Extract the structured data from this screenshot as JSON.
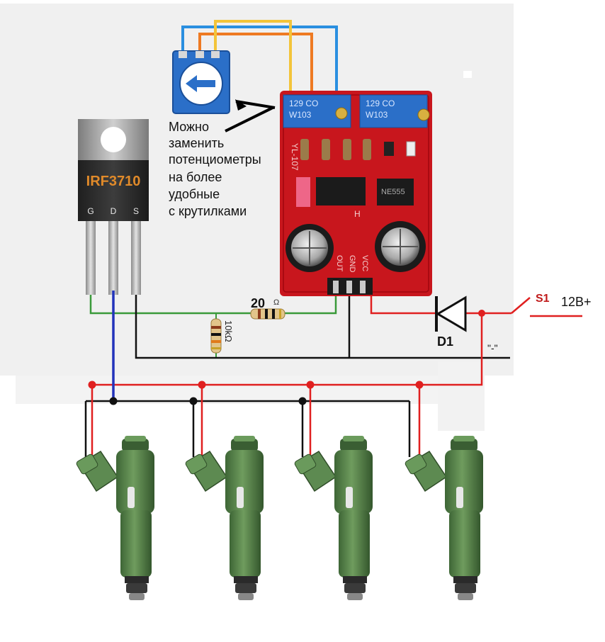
{
  "transistor": {
    "label": "IRF3710",
    "pin_labels": [
      "G",
      "D",
      "S"
    ]
  },
  "note": {
    "lines": [
      "Можно",
      "заменить",
      "потенциометры",
      "на более",
      "удобные",
      "с крутилками"
    ]
  },
  "board": {
    "trimmer_text": [
      "129 CO",
      "W103"
    ],
    "trimmer_text_2": [
      "129 CO",
      "W103"
    ],
    "board_label": "YL-107",
    "chip_label": "NE555",
    "jumper_label": "H",
    "pin_labels": [
      "OUT",
      "GND",
      "VCC"
    ]
  },
  "resistor_20": {
    "value": "20",
    "unit": "Ω"
  },
  "resistor_10k": {
    "value": "10kΩ"
  },
  "diode": {
    "label": "D1"
  },
  "switch": {
    "label": "S1"
  },
  "supply": {
    "positive": "12В+",
    "negative": "\"-\""
  },
  "injectors": {
    "count": 4
  },
  "colors": {
    "wire_red": "#e02020",
    "wire_black": "#111111",
    "wire_green": "#3a9a3a",
    "wire_blue": "#2233bb",
    "pot_wire_blue": "#2a8fe0",
    "pot_wire_orange": "#ee7a22",
    "pot_wire_yellow": "#f3c43a",
    "board_red": "#c8161d",
    "trimmer_blue": "#2b6fc8",
    "injector_green": "#4f7d45"
  }
}
